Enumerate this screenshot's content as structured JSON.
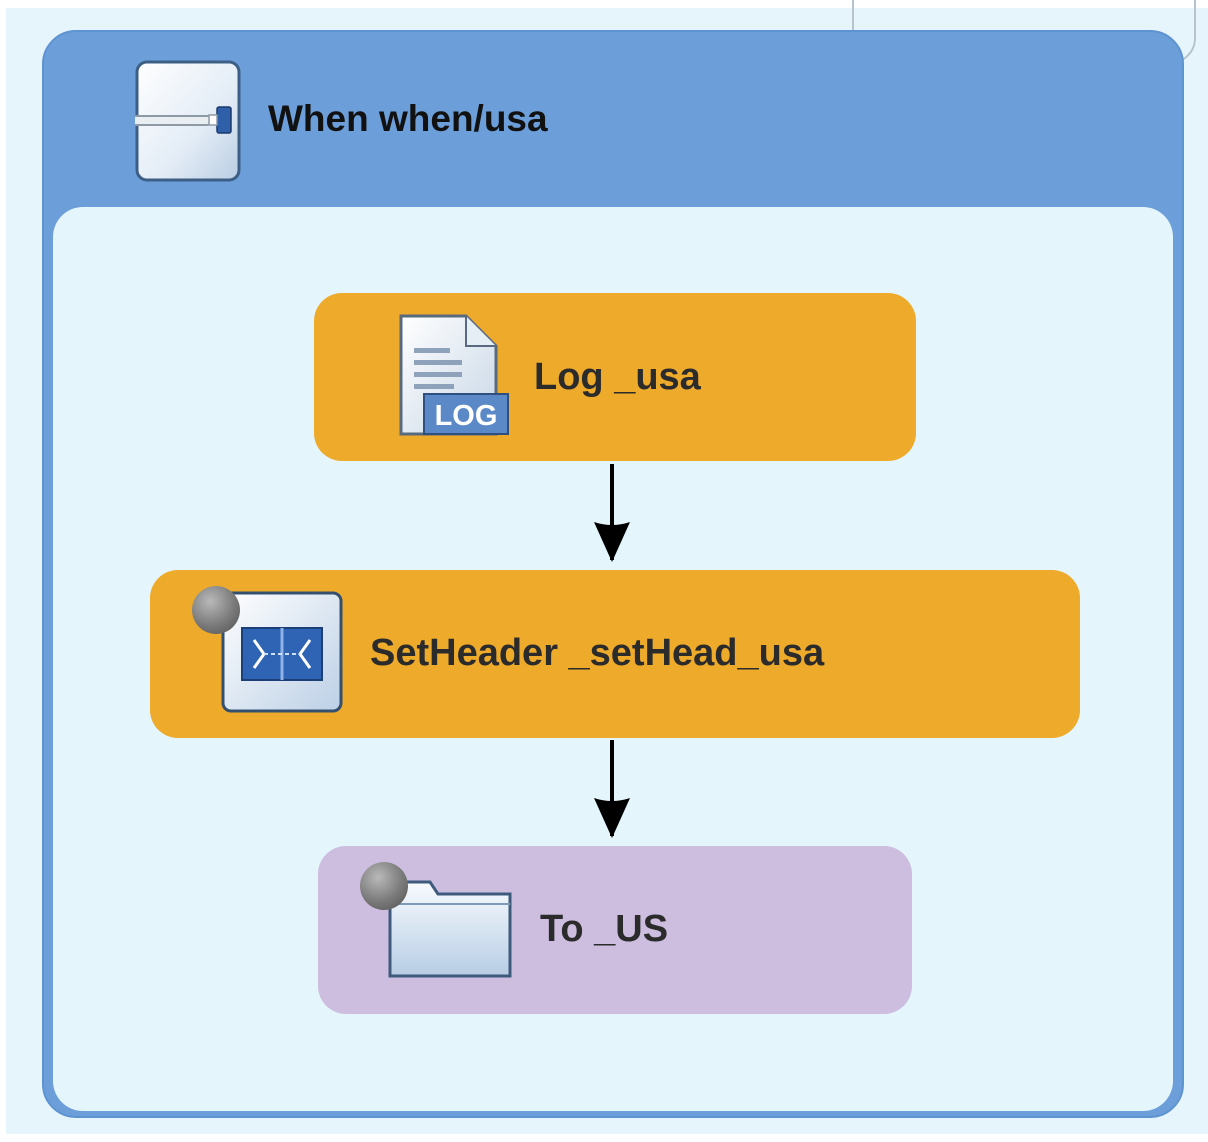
{
  "diagram": {
    "container": {
      "title": "When when/usa",
      "icon": "when-icon"
    },
    "nodes": [
      {
        "label": "Log _usa",
        "icon": "log-icon",
        "kind": "log",
        "color": "#eeaa2a"
      },
      {
        "label": "SetHeader _setHead_usa",
        "icon": "set-header-icon",
        "kind": "setheader",
        "color": "#eeaa2a"
      },
      {
        "label": "To _US",
        "icon": "folder-icon",
        "kind": "endpoint",
        "color": "#cdbddf"
      }
    ],
    "log_icon_text": "LOG",
    "colors": {
      "container": "#6c9fd9",
      "inner": "#e4f5fc",
      "processor": "#eeaa2a",
      "endpoint": "#cdbddf"
    }
  }
}
